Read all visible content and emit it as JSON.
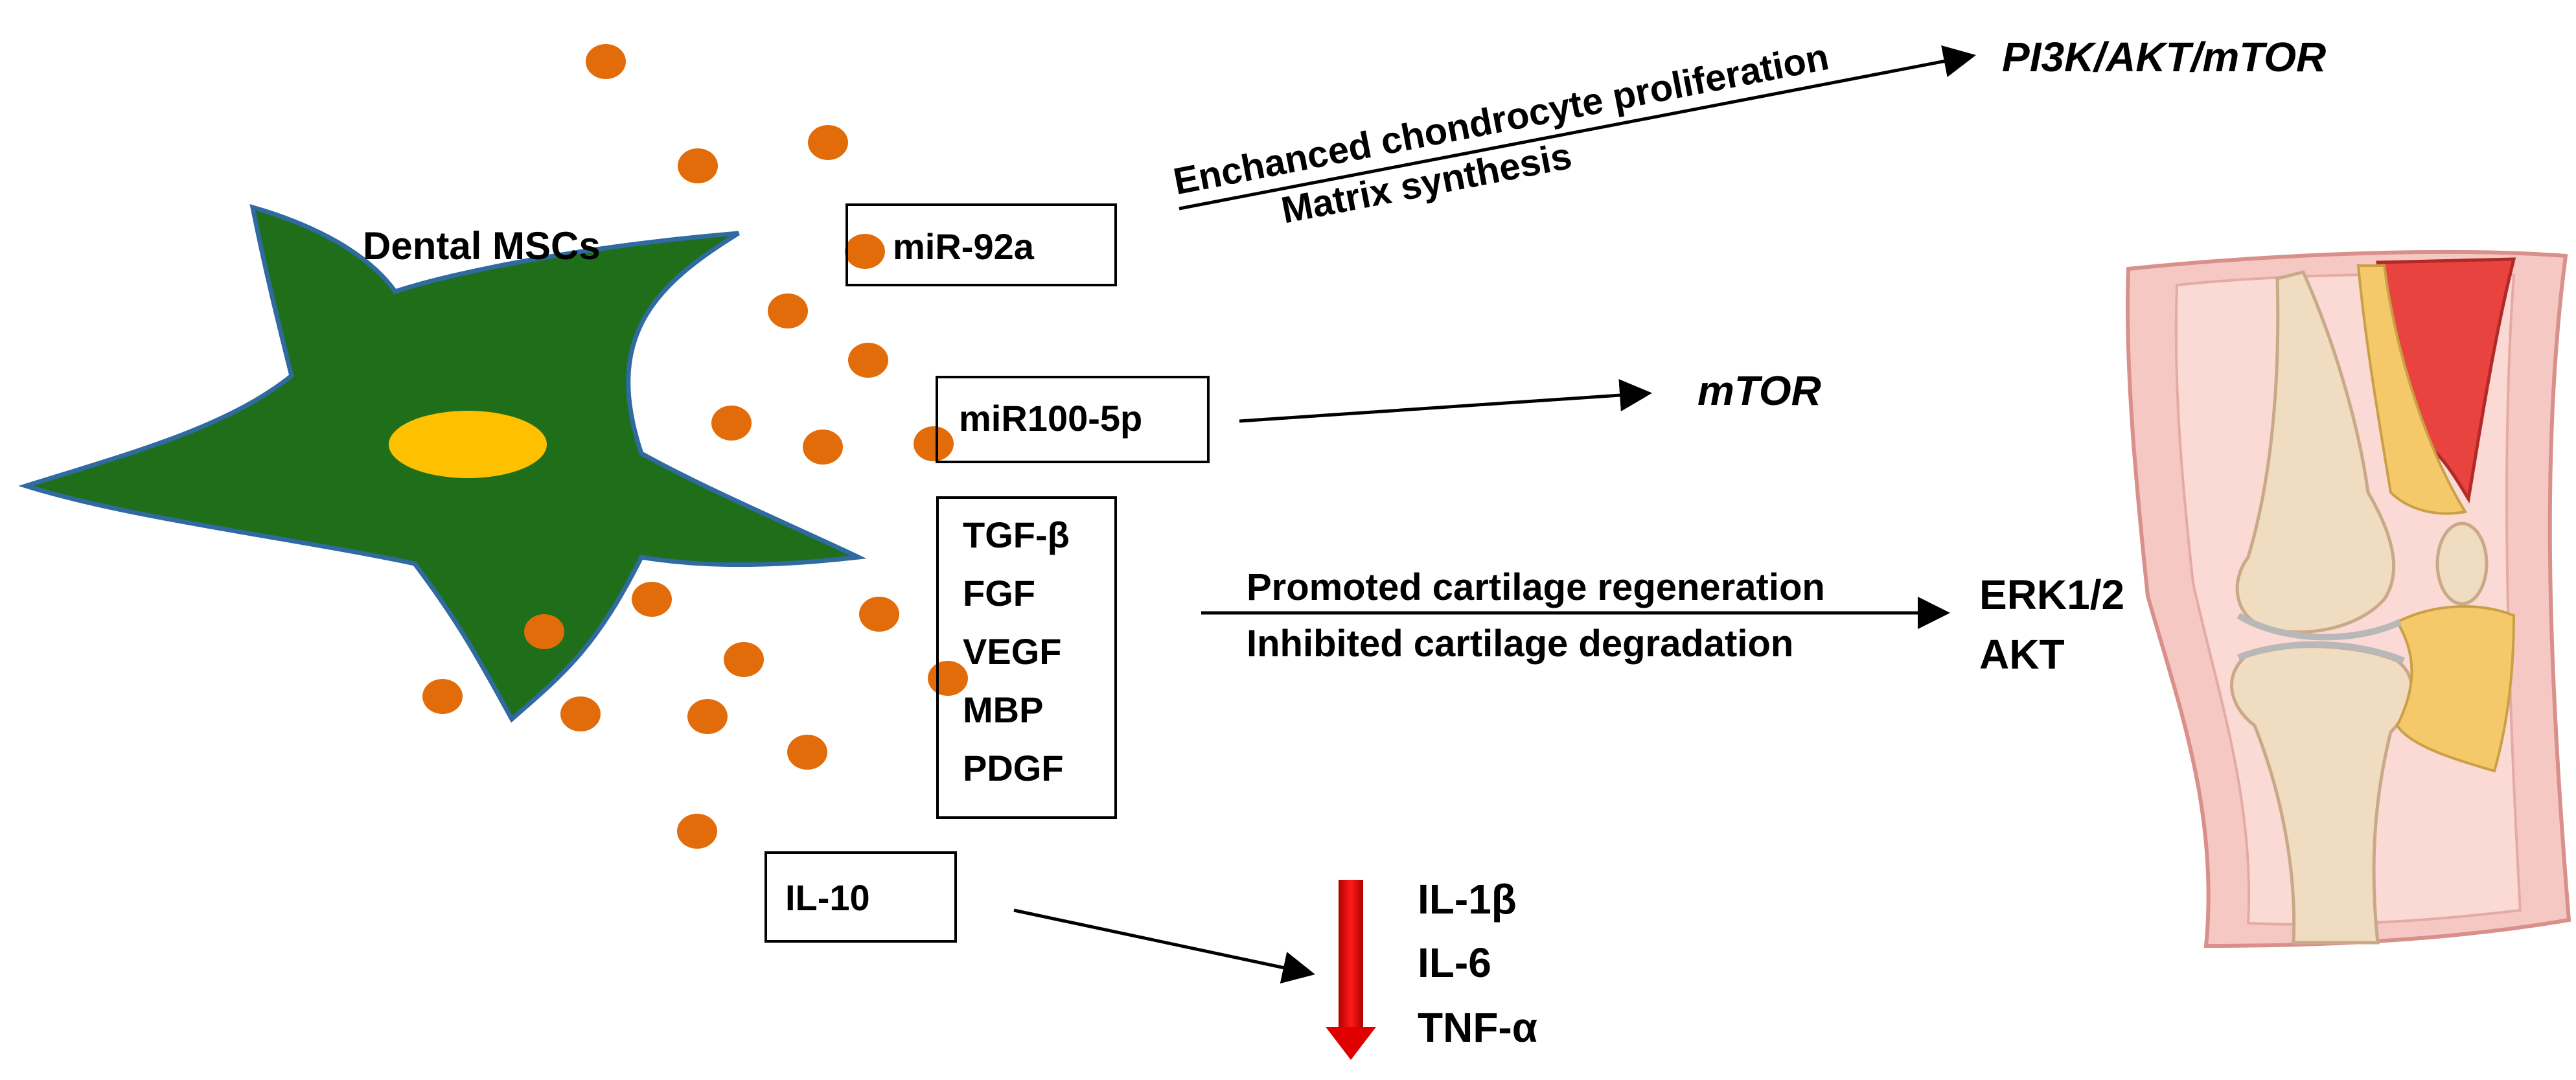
{
  "cell": {
    "label": "Dental MSCs",
    "body_color": "#1f6f1a",
    "nucleus_color": "#ffc000"
  },
  "vesicle_color": "#e36c0a",
  "boxes": {
    "mir92a": "miR-92a",
    "mir100": "miR100-5p",
    "factors": [
      "TGF-β",
      "FGF",
      "VEGF",
      "MBP",
      "PDGF"
    ],
    "il10": "IL-10"
  },
  "effects": {
    "top_line1": "Enchanced chondrocyte proliferation",
    "top_line2": "Matrix synthesis",
    "middle_line1": "Promoted cartilage regeneration",
    "middle_line2": "Inhibited cartilage degradation"
  },
  "targets": {
    "pi3k": "PI3K/AKT/mTOR",
    "mtor": "mTOR",
    "erk": "ERK1/2",
    "akt": "AKT"
  },
  "cytokines": [
    "IL-1β",
    "IL-6",
    "TNF-α"
  ],
  "down_arrow_color": "#e00000"
}
